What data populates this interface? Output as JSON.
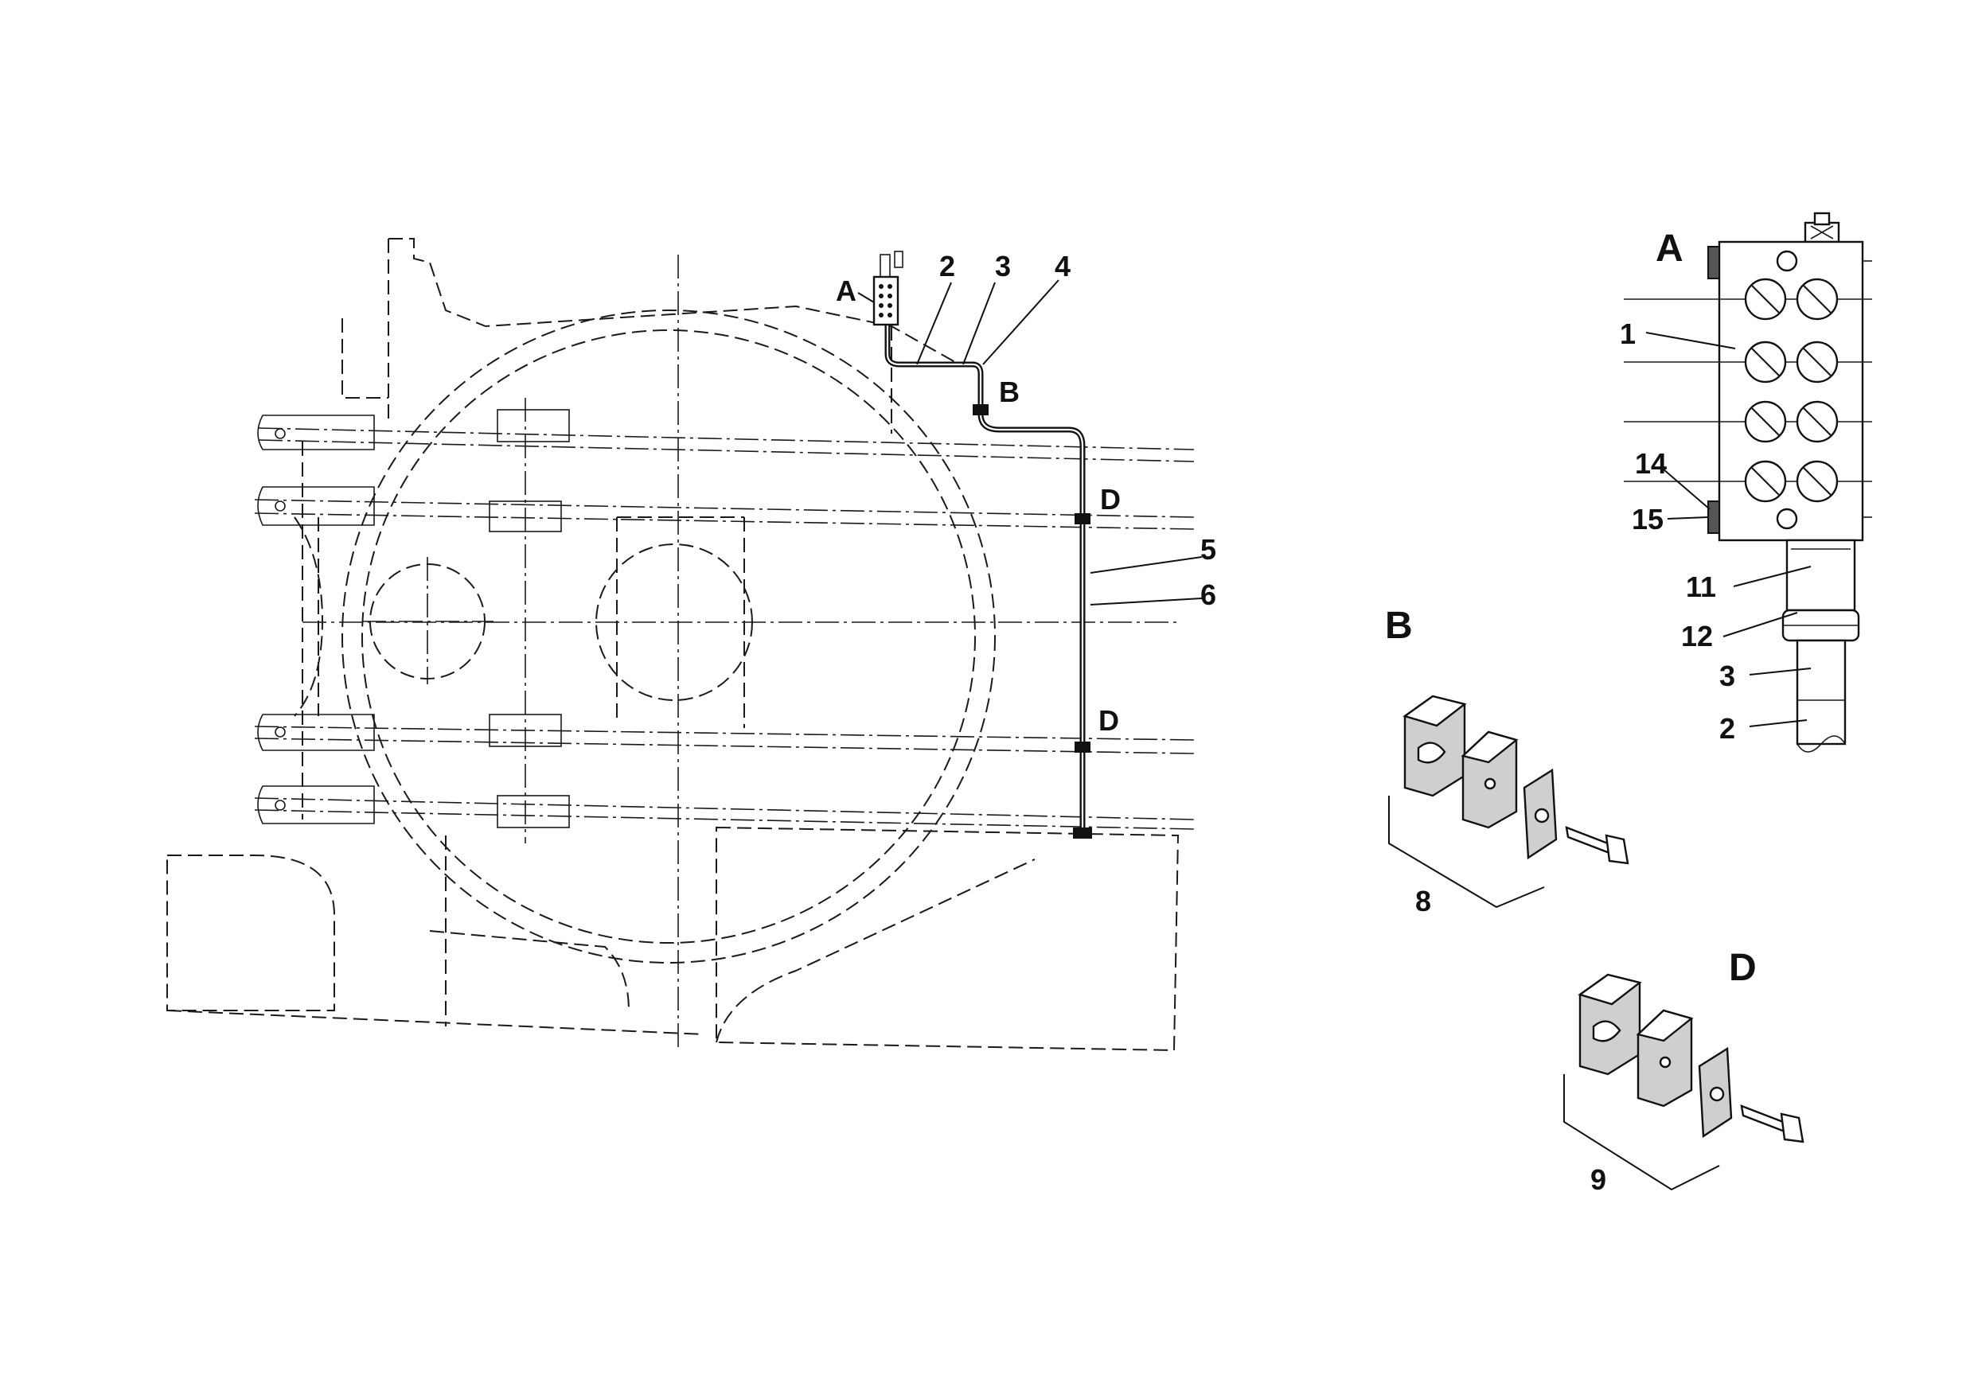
{
  "callouts": {
    "main_A": "A",
    "main_B": "B",
    "main_D_upper": "D",
    "main_D_lower": "D",
    "n2": "2",
    "n3": "3",
    "n4": "4",
    "n5": "5",
    "n6": "6"
  },
  "detail_A": {
    "title": "A",
    "n1": "1",
    "n14": "14",
    "n15": "15",
    "n11": "11",
    "n12": "12",
    "n3": "3",
    "n2": "2"
  },
  "detail_B": {
    "title": "B",
    "n8": "8"
  },
  "detail_D": {
    "title": "D",
    "n9": "9"
  }
}
